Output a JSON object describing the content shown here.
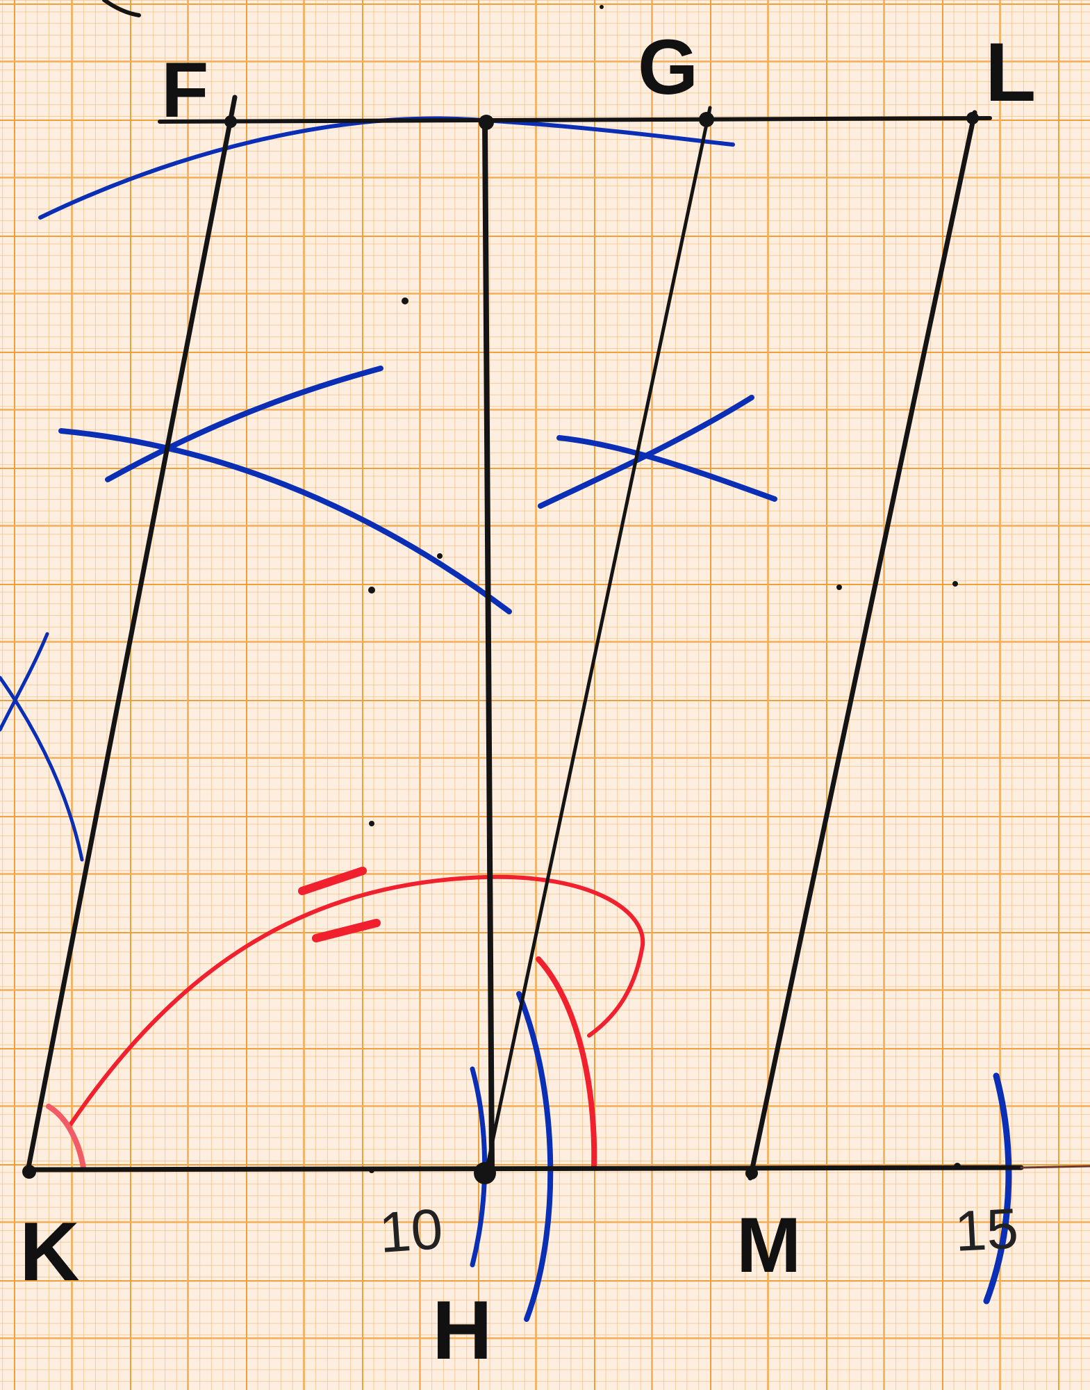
{
  "diagram": {
    "point_labels": {
      "F": "F",
      "G": "G",
      "L": "L",
      "K": "K",
      "H": "H",
      "M": "M"
    },
    "scale_labels": {
      "ten": "10",
      "fifteen": "15"
    },
    "colors": {
      "paper": "#fdeee0",
      "grid_minor": "#f2b46a",
      "grid_major": "#f0a23e",
      "ink_black": "#141414",
      "ink_blue": "#0a2fb5",
      "ink_red": "#f0202e"
    }
  }
}
